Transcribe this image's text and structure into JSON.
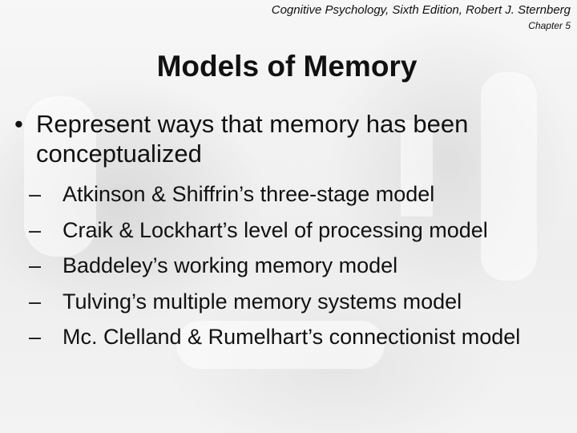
{
  "header": {
    "source": "Cognitive Psychology, Sixth Edition, Robert J. Sternberg",
    "chapter": "Chapter 5"
  },
  "title": "Models of Memory",
  "bullet": {
    "marker": "•",
    "text": "Represent ways that memory has been conceptualized"
  },
  "sub_marker": "–",
  "sub_bullets": [
    "Atkinson & Shiffrin’s three-stage model",
    "Craik & Lockhart’s level of processing model",
    "Baddeley’s working memory model",
    "Tulving’s multiple memory systems model",
    "Mc. Clelland & Rumelhart’s connectionist model"
  ]
}
